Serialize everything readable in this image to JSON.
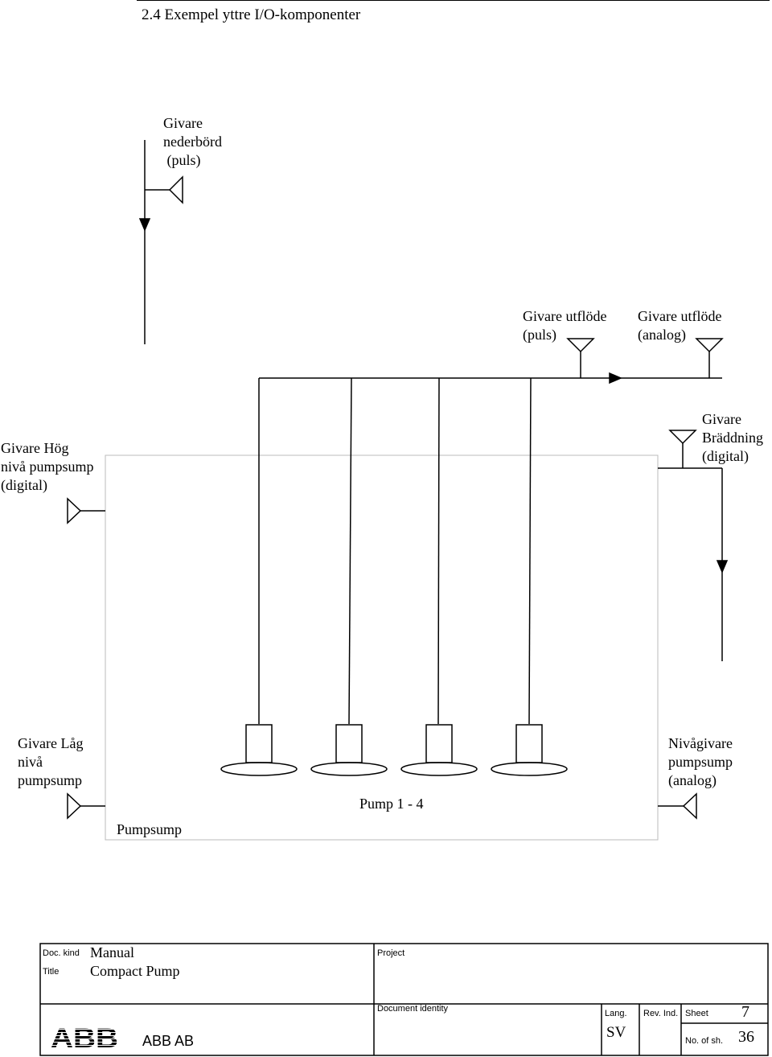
{
  "heading": "2.4 Exempel yttre I/O-komponenter",
  "diagram": {
    "labels": {
      "nederbord": [
        "Givare",
        "nederbörd",
        " (puls)"
      ],
      "utflode_puls": [
        "Givare utflöde",
        "(puls)"
      ],
      "utflode_analog": [
        "Givare utflöde",
        "(analog)"
      ],
      "hog_niva": [
        "Givare Hög",
        "nivå pumpsump",
        "(digital)"
      ],
      "braddning": [
        "Givare",
        "Bräddning",
        "(digital)"
      ],
      "lag_niva": [
        "Givare Låg",
        "nivå",
        "pumpsump"
      ],
      "nivagivare": [
        "Nivågivare",
        "pumpsump",
        "(analog)"
      ],
      "pumps": "Pump 1 - 4",
      "pumpsump": "Pumpsump"
    },
    "pump_count": 4
  },
  "title_block": {
    "doc_kind_label": "Doc. kind",
    "doc_kind_value": "Manual",
    "title_label": "Title",
    "title_value": "Compact Pump",
    "project_label": "Project",
    "document_identity_label": "Document identity",
    "company": "ABB AB",
    "logo_text": "ABB",
    "lang_label": "Lang.",
    "lang_value": "SV",
    "rev_label": "Rev. Ind.",
    "sheet_label": "Sheet",
    "sheet_value": "7",
    "no_of_sh_label": "No. of sh.",
    "no_of_sh_value": "36"
  }
}
